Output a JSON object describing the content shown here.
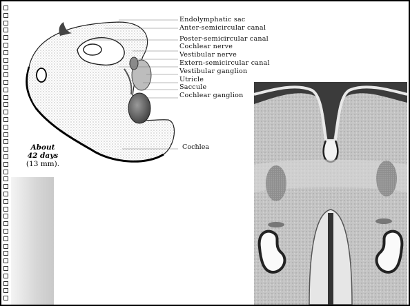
{
  "slide": {
    "age": {
      "line1": "About",
      "line2": "42 days",
      "line3": "(13 mm)."
    },
    "labels": [
      "Endolymphatic sac",
      "Anter-semicircular canal",
      "Poster-semicircular canal",
      "Cochlear nerve",
      "Vestibular nerve",
      "Extern-semicircular canal",
      "Vestibular ganglion",
      "Utricle",
      "Saccule",
      "Cochlear ganglion"
    ],
    "cochlea_label": "Cochlea"
  }
}
